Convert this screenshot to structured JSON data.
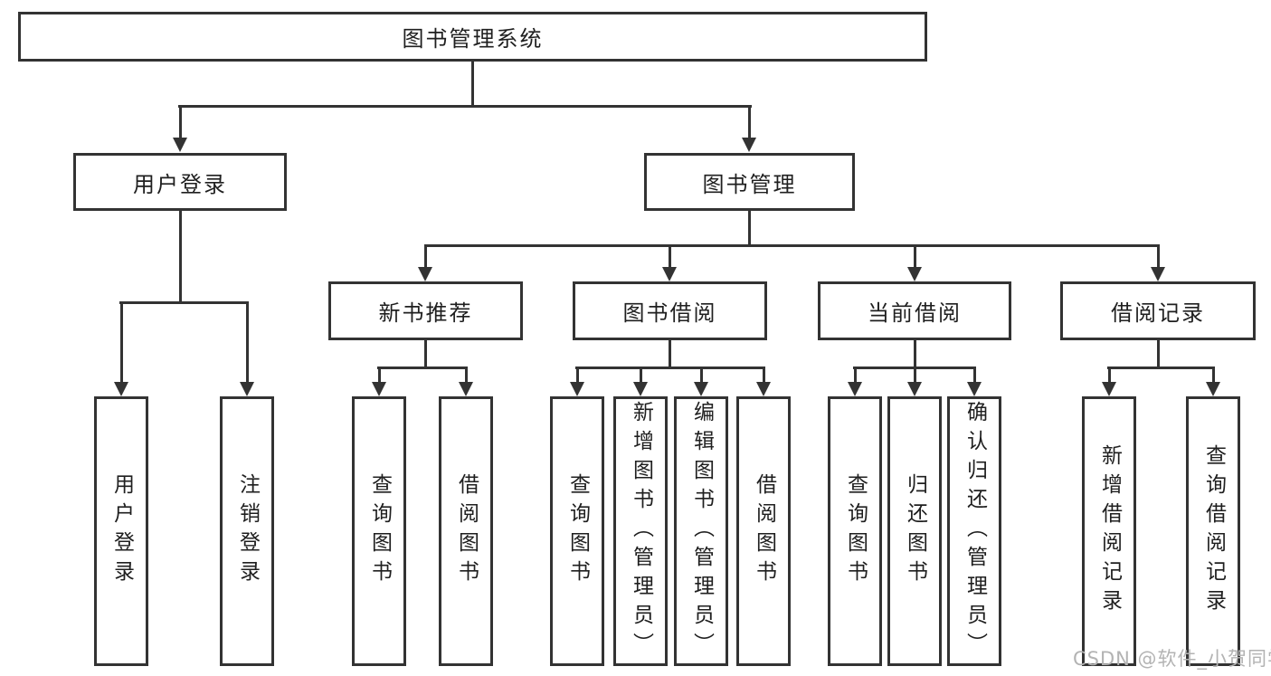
{
  "tree": {
    "label": "图书管理系统",
    "children": [
      {
        "label": "用户登录",
        "children": [
          {
            "label": "用户登录"
          },
          {
            "label": "注销登录"
          }
        ]
      },
      {
        "label": "图书管理",
        "children": [
          {
            "label": "新书推荐",
            "children": [
              {
                "label": "查询图书"
              },
              {
                "label": "借阅图书"
              }
            ]
          },
          {
            "label": "图书借阅",
            "children": [
              {
                "label": "查询图书"
              },
              {
                "label": "新增图书（管理员）"
              },
              {
                "label": "编辑图书（管理员）"
              },
              {
                "label": "借阅图书"
              }
            ]
          },
          {
            "label": "当前借阅",
            "children": [
              {
                "label": "查询图书"
              },
              {
                "label": "归还图书"
              },
              {
                "label": "确认归还（管理员）"
              }
            ]
          },
          {
            "label": "借阅记录",
            "children": [
              {
                "label": "新增借阅记录"
              },
              {
                "label": "查询借阅记录"
              }
            ]
          }
        ]
      }
    ]
  },
  "watermark": {
    "text": "CSDN @软件_小贺同学"
  },
  "colors": {
    "line": "#333333",
    "text": "#1f1f1f",
    "watermark": "#b3b3b3"
  }
}
